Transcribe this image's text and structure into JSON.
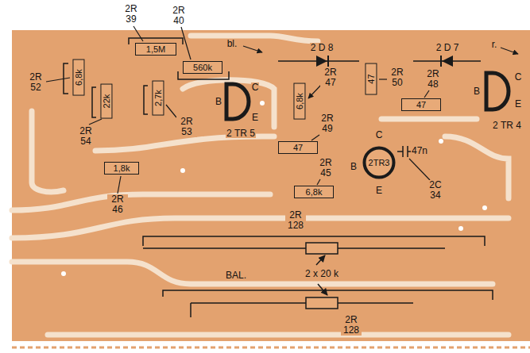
{
  "diagram": {
    "nodes": [
      {
        "text": [
          "1,5M"
        ]
      },
      {
        "text": [
          "560k"
        ]
      },
      {
        "text": [
          "6,8k"
        ]
      },
      {
        "text": [
          "22k"
        ]
      },
      {
        "text": [
          "2,7k"
        ]
      },
      {
        "text": [
          "6,8k"
        ]
      },
      {
        "text": [
          "47"
        ]
      },
      {
        "text": [
          "47"
        ]
      },
      {
        "text": [
          "47"
        ]
      },
      {
        "text": [
          "2TR3"
        ]
      },
      {
        "text": [
          "6,8k"
        ]
      },
      {
        "text": [
          "1,8k"
        ]
      }
    ],
    "labels": [
      "2R 39",
      "2R 40",
      "bl.",
      "2 D 8",
      "2 D 7",
      "r.",
      "2R 52",
      "2R 54",
      "2R 53",
      "B",
      "C",
      "E",
      "2 TR 5",
      "2R 47",
      "2R 50",
      "2R 48",
      "B",
      "C",
      "E",
      "2 TR 4",
      "2R 49",
      "C",
      "B",
      "E",
      "47n",
      "2C 34",
      "2R 45",
      "2R 46",
      "2R 128",
      "BAL.",
      "2 x 20 k",
      "2R 128"
    ]
  }
}
